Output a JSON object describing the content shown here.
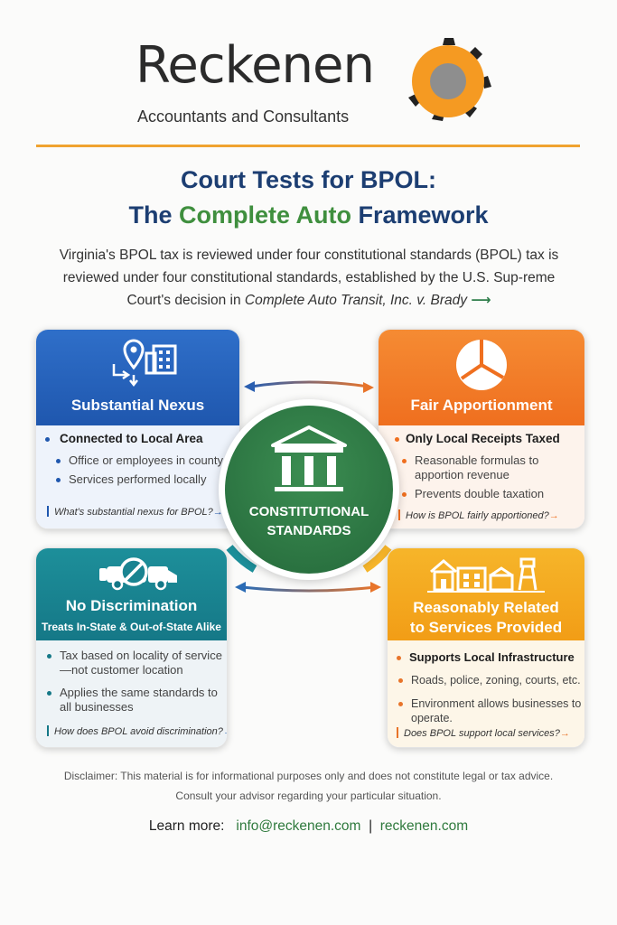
{
  "brand": {
    "name": "Reckenen",
    "tagline": "Accountants and Consultants",
    "colors": {
      "accent": "#f0a330",
      "navy": "#1c3e72",
      "green": "#3f8f3e"
    }
  },
  "title": {
    "line1": "Court Tests for BPOL:",
    "line2_pre": "The ",
    "line2_green": "Complete Auto",
    "line2_post": " Framework"
  },
  "intro": {
    "text": "Virginia's BPOL tax is reviewed under four constitutional standards (BPOL) tax is reviewed under four constitutional standards, established by the U.S. Sup-reme Court's decision in ",
    "case": "Complete Auto Transit, Inc. v. Brady",
    "arrow": "⟶"
  },
  "center": {
    "line1": "CONSTITUTIONAL",
    "line2": "STANDARDS",
    "icon": "courthouse-icon"
  },
  "cards": {
    "nexus": {
      "title": "Substantial Nexus",
      "icon": "location-building-icon",
      "lead": "Connected to Local Area",
      "items": [
        "Office or employees in county",
        "Services performed locally"
      ],
      "question": "What's substantial nexus for BPOL?",
      "color": "#1f57ae"
    },
    "apportion": {
      "title": "Fair Apportionment",
      "icon": "pie-chart-icon",
      "lead": "Only Local Receipts Taxed",
      "items": [
        "Reasonable formulas to apportion revenue",
        "Prevents double taxation"
      ],
      "question": "How is BPOL fairly apportioned?",
      "color": "#ef6f1f"
    },
    "discrim": {
      "title": "No Discrimination",
      "subtitle": "Treats In-State & Out-of-State Alike",
      "icon": "no-truck-icon",
      "items": [
        "Tax based on locality of service—not customer location",
        "Applies the same standards to all businesses"
      ],
      "question": "How does BPOL avoid discrimination?",
      "color": "#157887"
    },
    "related": {
      "title1": "Reasonably Related",
      "title2": "to Services Provided",
      "icon": "town-icon",
      "lead": "Supports Local Infrastructure",
      "items": [
        "Roads, police, zoning, courts, etc.",
        "Environment allows businesses to operate."
      ],
      "question": "Does BPOL support local services?",
      "color": "#f29d16"
    }
  },
  "footer": {
    "disclaimer1": "Disclaimer: This material is for informational purposes only and does not constitute legal or tax advice.",
    "disclaimer2": "Consult your advisor regarding your particular situation.",
    "learn_label": "Learn more:",
    "email": "info@reckenen.com",
    "sep": "|",
    "site": "reckenen.com"
  }
}
